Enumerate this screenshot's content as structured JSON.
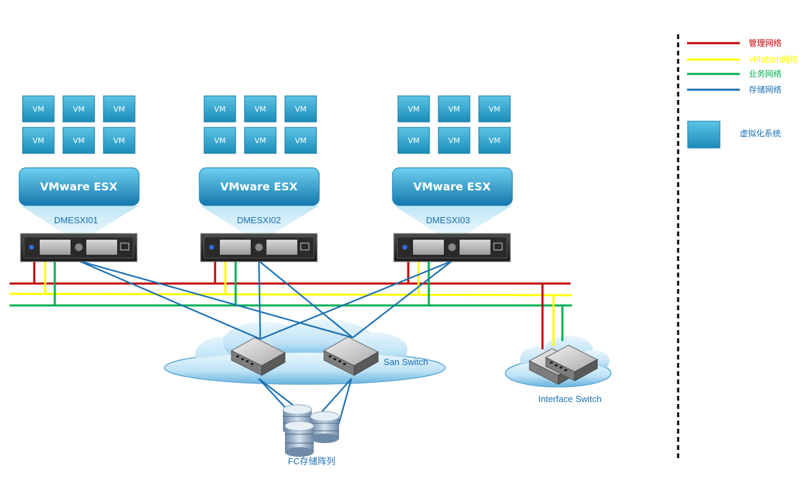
{
  "colors": {
    "management": "#c00000",
    "vmotion": "#ffff00",
    "business": "#00b050",
    "storage": "#1a6fb3",
    "vm_fill": "#31a9cf"
  },
  "hosts": [
    {
      "esx_label": "VMware ESX",
      "host_name": "DMESXI01",
      "vms": [
        "VM",
        "VM",
        "VM",
        "VM",
        "VM",
        "VM"
      ]
    },
    {
      "esx_label": "VMware ESX",
      "host_name": "DMESXI02",
      "vms": [
        "VM",
        "VM",
        "VM",
        "VM",
        "VM",
        "VM"
      ]
    },
    {
      "esx_label": "VMware ESX",
      "host_name": "DMESXI03",
      "vms": [
        "VM",
        "VM",
        "VM",
        "VM",
        "VM",
        "VM"
      ]
    }
  ],
  "san_switch_label": "San Switch",
  "interface_switch_label": "Interface  Switch",
  "storage_label": "FC存储阵列",
  "legend": {
    "management": "管理网络",
    "vmotion": "vMotion网络",
    "business": "业务网络",
    "storage": "存储网络",
    "virtualization": "虚拟化系统"
  }
}
